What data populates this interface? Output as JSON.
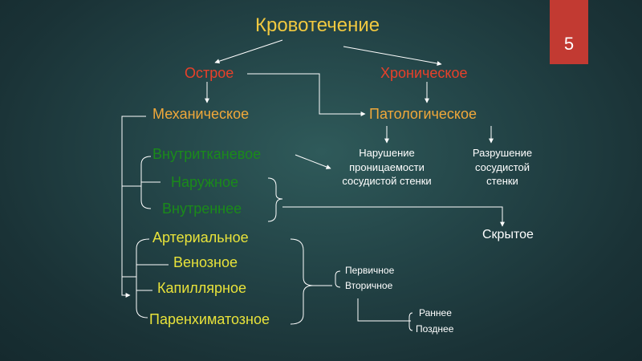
{
  "title": "Кровотечение",
  "slide_number": "5",
  "level1": {
    "left": "Острое",
    "right": "Хроническое"
  },
  "level2": {
    "left": "Механическое",
    "right": "Патологическое"
  },
  "location_types": [
    "Внутритканевое",
    "Наружное",
    "Внутреннее"
  ],
  "vessel_types": [
    "Артериальное",
    "Венозное",
    "Капиллярное",
    "Паренхиматозное"
  ],
  "pathology_causes": [
    "Нарушение проницаемости сосудистой стенки",
    "Разрушение сосудистой стенки"
  ],
  "hidden": "Скрытое",
  "timing": [
    "Первичное",
    "Вторичное"
  ],
  "secondary_timing": [
    "Раннее",
    "Позднее"
  ],
  "colors": {
    "title": "#f0c840",
    "level1": "#e8402a",
    "level2": "#f0a83a",
    "location": "#1a8a1a",
    "vessel": "#e8e23a",
    "badge": "#c23a32"
  }
}
